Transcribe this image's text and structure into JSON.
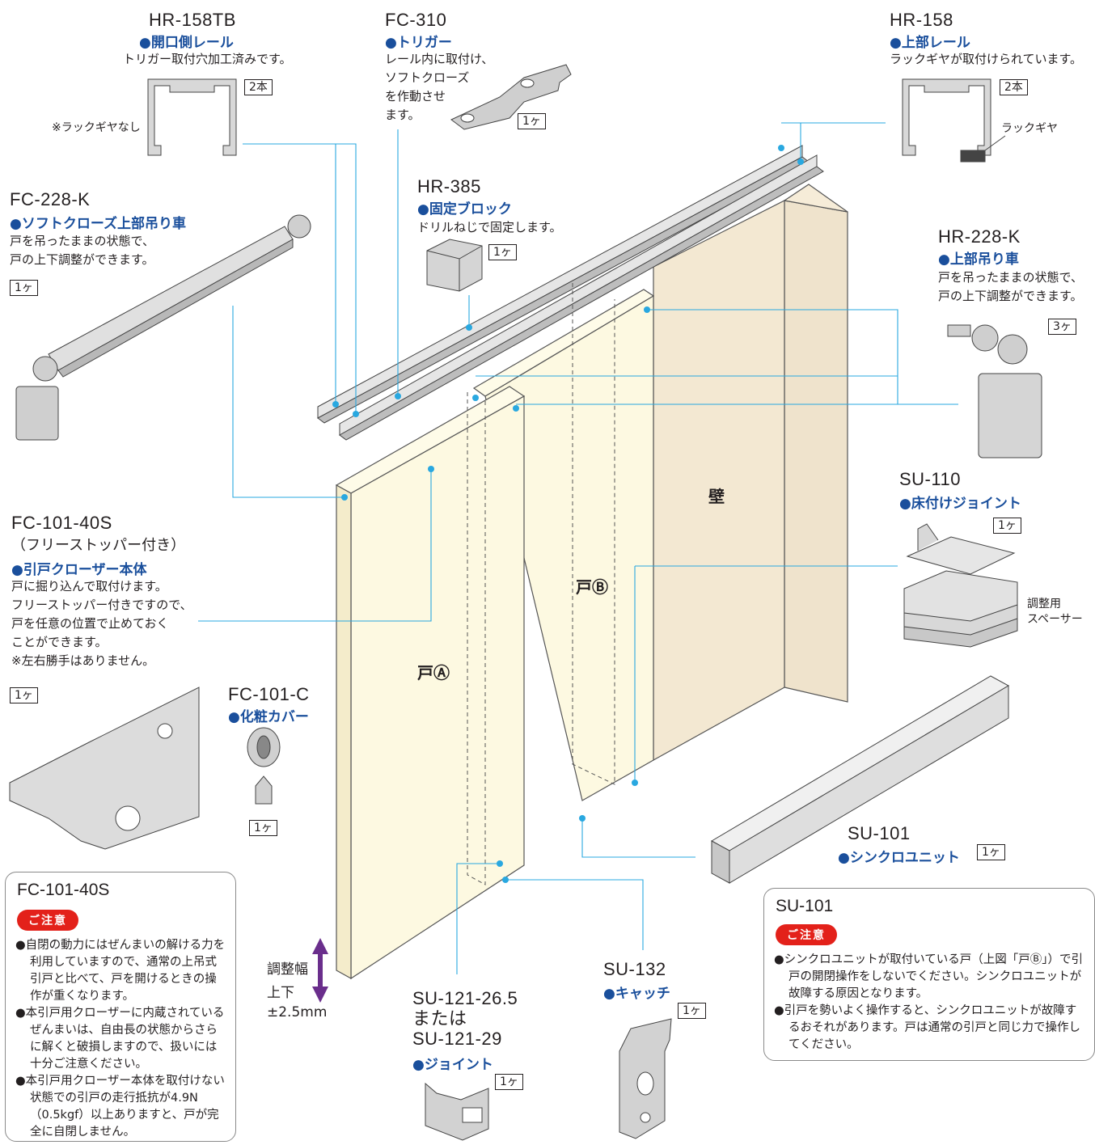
{
  "parts": {
    "hr158tb": {
      "code": "HR-158TB",
      "name": "●開口側レール",
      "desc": "トリガー取付穴加工済みです。",
      "qty": "2本",
      "note": "※ラックギヤなし"
    },
    "fc310": {
      "code": "FC-310",
      "name": "●トリガー",
      "desc": "レール内に取付け、\nソフトクローズ\nを作動させ\nます。",
      "qty": "1ヶ"
    },
    "hr158": {
      "code": "HR-158",
      "name": "●上部レール",
      "desc": "ラックギヤが取付けられています。",
      "qty": "2本",
      "note": "ラックギヤ"
    },
    "fc228k": {
      "code": "FC-228-K",
      "name": "●ソフトクローズ上部吊り車",
      "desc": "戸を吊ったままの状態で、\n戸の上下調整ができます。",
      "qty": "1ヶ"
    },
    "hr385": {
      "code": "HR-385",
      "name": "●固定ブロック",
      "desc": "ドリルねじで固定します。",
      "qty": "1ヶ"
    },
    "hr228k": {
      "code": "HR-228-K",
      "name": "●上部吊り車",
      "desc": "戸を吊ったままの状態で、\n戸の上下調整ができます。",
      "qty": "3ヶ"
    },
    "su110": {
      "code": "SU-110",
      "name": "●床付けジョイント",
      "qty": "1ヶ",
      "note": "調整用\nスペーサー"
    },
    "fc10140s": {
      "code": "FC-101-40S",
      "sub": "（フリーストッパー付き）",
      "name": "●引戸クローザー本体",
      "desc": "戸に掘り込んで取付けます。\nフリーストッパー付きですので、\n戸を任意の位置で止めておく\nことができます。\n※左右勝手はありません。",
      "qty": "1ヶ"
    },
    "fc101c": {
      "code": "FC-101-C",
      "name": "●化粧カバー",
      "qty": "1ヶ"
    },
    "su101": {
      "code": "SU-101",
      "name": "●シンクロユニット",
      "qty": "1ヶ"
    },
    "su132": {
      "code": "SU-132",
      "name": "●キャッチ",
      "qty": "1ヶ"
    },
    "su121": {
      "code": "SU-121-26.5\nまたは\nSU-121-29",
      "name": "●ジョイント",
      "qty": "1ヶ"
    }
  },
  "labels": {
    "wall": "壁",
    "door_a": "戸Ⓐ",
    "door_b": "戸Ⓑ",
    "adjust_title": "調整幅",
    "adjust_range": "上下\n±2.5mm"
  },
  "notice_left": {
    "title": "FC-101-40S",
    "badge": "ご注意",
    "items": [
      "自閉の動力にはぜんまいの解ける力を利用していますので、通常の上吊式引戸と比べて、戸を開けるときの操作が重くなります。",
      "本引戸用クローザーに内蔵されているぜんまいは、自由長の状態からさらに解くと破損しますので、扱いには十分ご注意ください。",
      "本引戸用クローザー本体を取付けない状態での引戸の走行抵抗が4.9N（0.5kgf）以上ありますと、戸が完全に自閉しません。"
    ]
  },
  "notice_right": {
    "title": "SU-101",
    "badge": "ご注意",
    "items": [
      "シンクロユニットが取付いている戸（上図「戸Ⓑ」）で引戸の開閉操作をしないでください。シンクロユニットが故障する原因となります。",
      "引戸を勢いよく操作すると、シンクロユニットが故障するおそれがあります。戸は通常の引戸と同じ力で操作してください。"
    ]
  },
  "colors": {
    "leader": "#29a8e0",
    "door": "#fdf9e1",
    "wall": "#efe3cc",
    "name": "#1a4f9c",
    "badge": "#e3211a",
    "arrow": "#6a2e8c"
  }
}
